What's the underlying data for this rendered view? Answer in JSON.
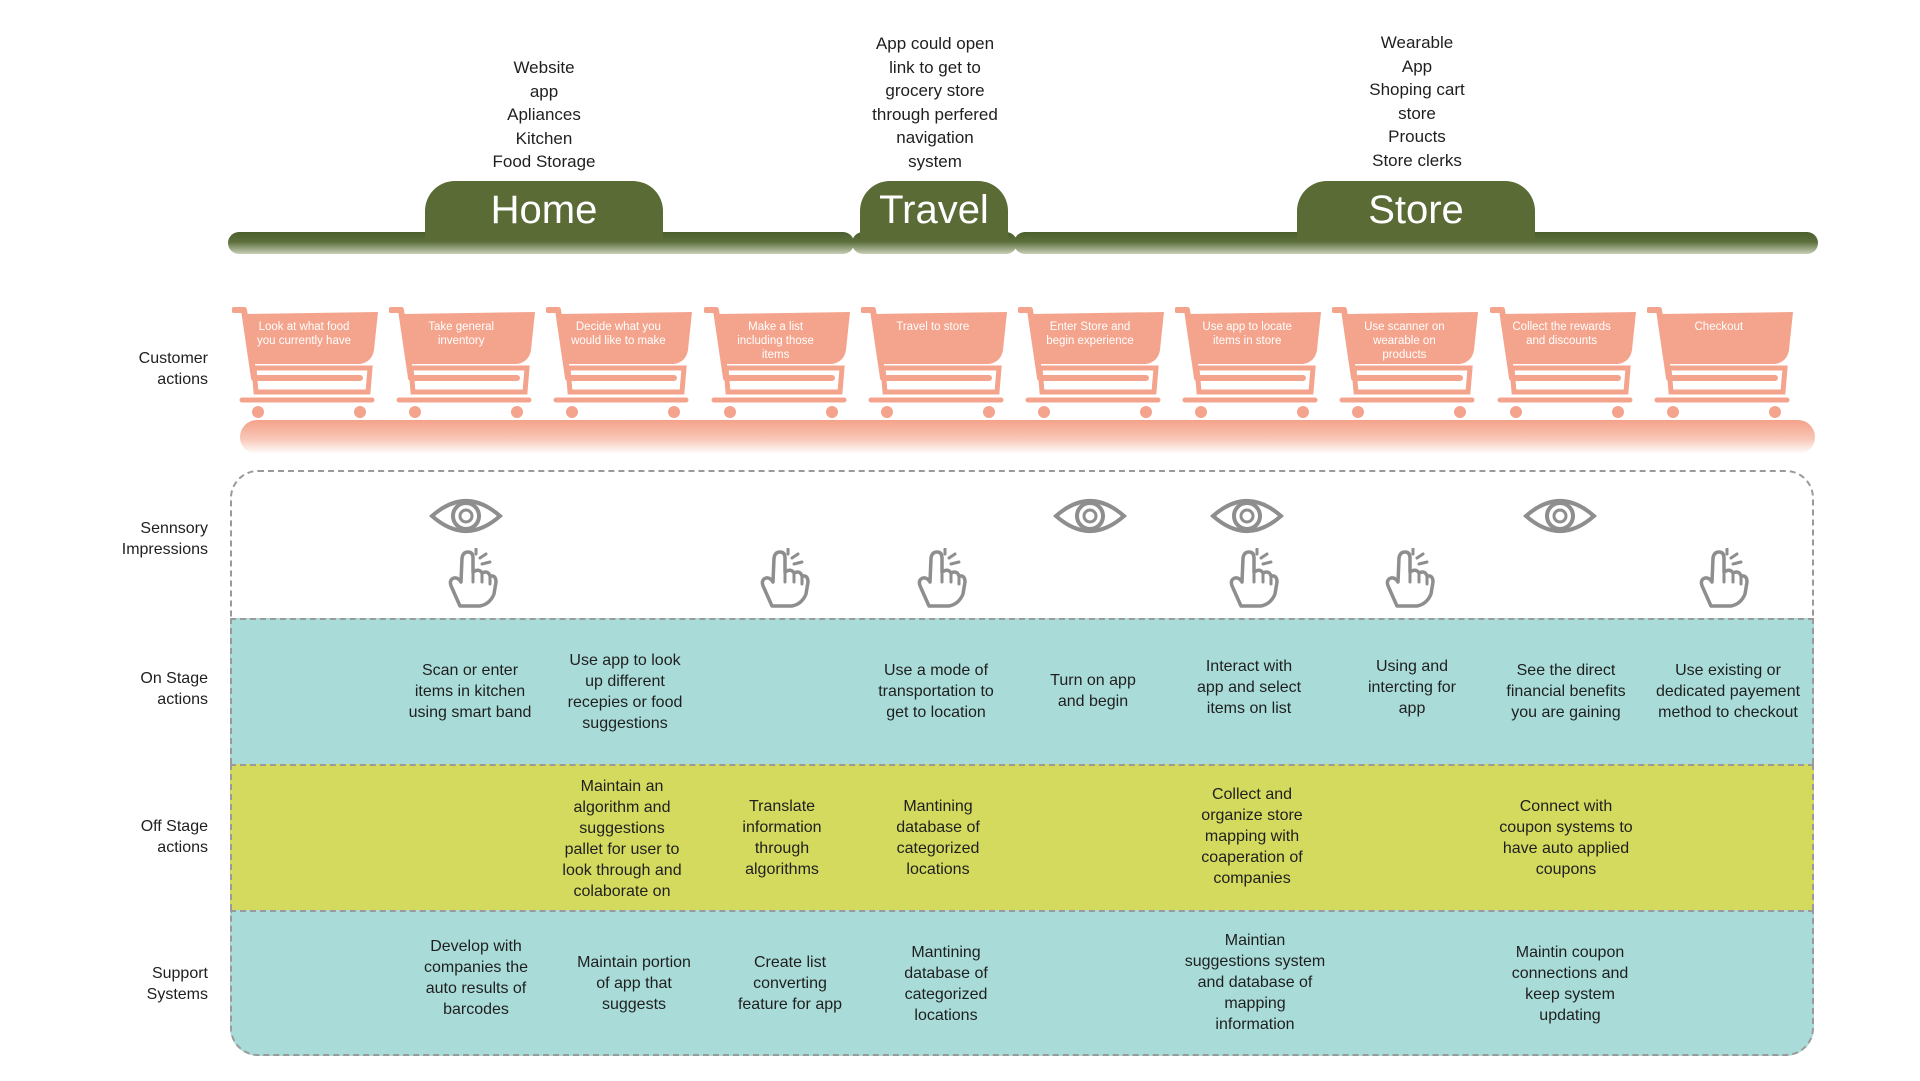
{
  "stages": [
    {
      "id": "home",
      "title": "Home",
      "notes": "Website\napp\nApliances\nKitchen\nFood Storage"
    },
    {
      "id": "travel",
      "title": "Travel",
      "notes": "App could open\nlink to get to\ngrocery store\nthrough perfered\nnavigation\nsystem"
    },
    {
      "id": "store",
      "title": "Store",
      "notes": "Wearable\nApp\nShoping cart\nstore\nProucts\nStore clerks"
    }
  ],
  "row_labels": {
    "customer": "Customer\nactions",
    "sensory": "Sennsory\nImpressions",
    "onstage": "On Stage\nactions",
    "offstage": "Off Stage\nactions",
    "support": "Support\nSystems"
  },
  "customer_actions": [
    "Look at what food you currently have",
    "Take general inventory",
    "Decide what you would like to make",
    "Make a list including those items",
    "Travel to store",
    "Enter Store and begin experience",
    "Use app to locate items in store",
    "Use scanner on wearable on products",
    "Collect the rewards and discounts",
    "Checkout"
  ],
  "onstage": {
    "c1": "Scan or enter\nitems in kitchen\nusing smart band",
    "c2": "Use app to look\nup different\nrecepies or food\nsuggestions",
    "c4": "Use a mode of\ntransportation to\nget to location",
    "c5": "Turn on app\nand begin",
    "c6": "Interact with\napp and select\nitems on list",
    "c7": "Using and\nintercting for\napp",
    "c8": "See the direct\nfinancial benefits\nyou are gaining",
    "c9": "Use existing or\ndedicated payement\nmethod to checkout"
  },
  "offstage": {
    "c2": "Maintain an\nalgorithm and\nsuggestions\npallet for user to\nlook through and\ncolaborate on",
    "c3": "Translate\ninformation\nthrough\nalgorithms",
    "c4": "Mantining\ndatabase of\ncategorized\nlocations",
    "c6": "Collect and\norganize store\nmapping with\ncoaperation of\ncompanies",
    "c8": "Connect with\ncoupon systems to\nhave auto applied\ncoupons"
  },
  "support": {
    "c1": "Develop with\ncompanies the\nauto results of\nbarcodes",
    "c2": "Maintain portion\nof app that\nsuggests",
    "c3": "Create list\nconverting\nfeature for app",
    "c4": "Mantining\ndatabase of\ncategorized\nlocations",
    "c6": "Maintian\nsuggestions system\nand database of\nmapping\ninformation",
    "c8": "Maintin coupon\nconnections and\nkeep system\nupdating"
  },
  "sensory_icons": [
    {
      "col": 1,
      "icons": [
        "eye-icon",
        "hand-touch-icon"
      ]
    },
    {
      "col": 3,
      "icons": [
        "hand-touch-icon"
      ]
    },
    {
      "col": 4,
      "icons": [
        "hand-touch-icon"
      ]
    },
    {
      "col": 5,
      "icons": [
        "eye-icon"
      ]
    },
    {
      "col": 6,
      "icons": [
        "eye-icon",
        "hand-touch-icon"
      ]
    },
    {
      "col": 7,
      "icons": [
        "hand-touch-icon"
      ]
    },
    {
      "col": 8,
      "icons": [
        "eye-icon"
      ]
    },
    {
      "col": 9,
      "icons": [
        "hand-touch-icon"
      ]
    }
  ],
  "colors": {
    "stage_green": "#5b6b35",
    "cart_salmon": "#f4a48c",
    "band_teal": "#a9dcd8",
    "band_yellow": "#d4da5e",
    "icon_gray": "#8e8e8e"
  }
}
